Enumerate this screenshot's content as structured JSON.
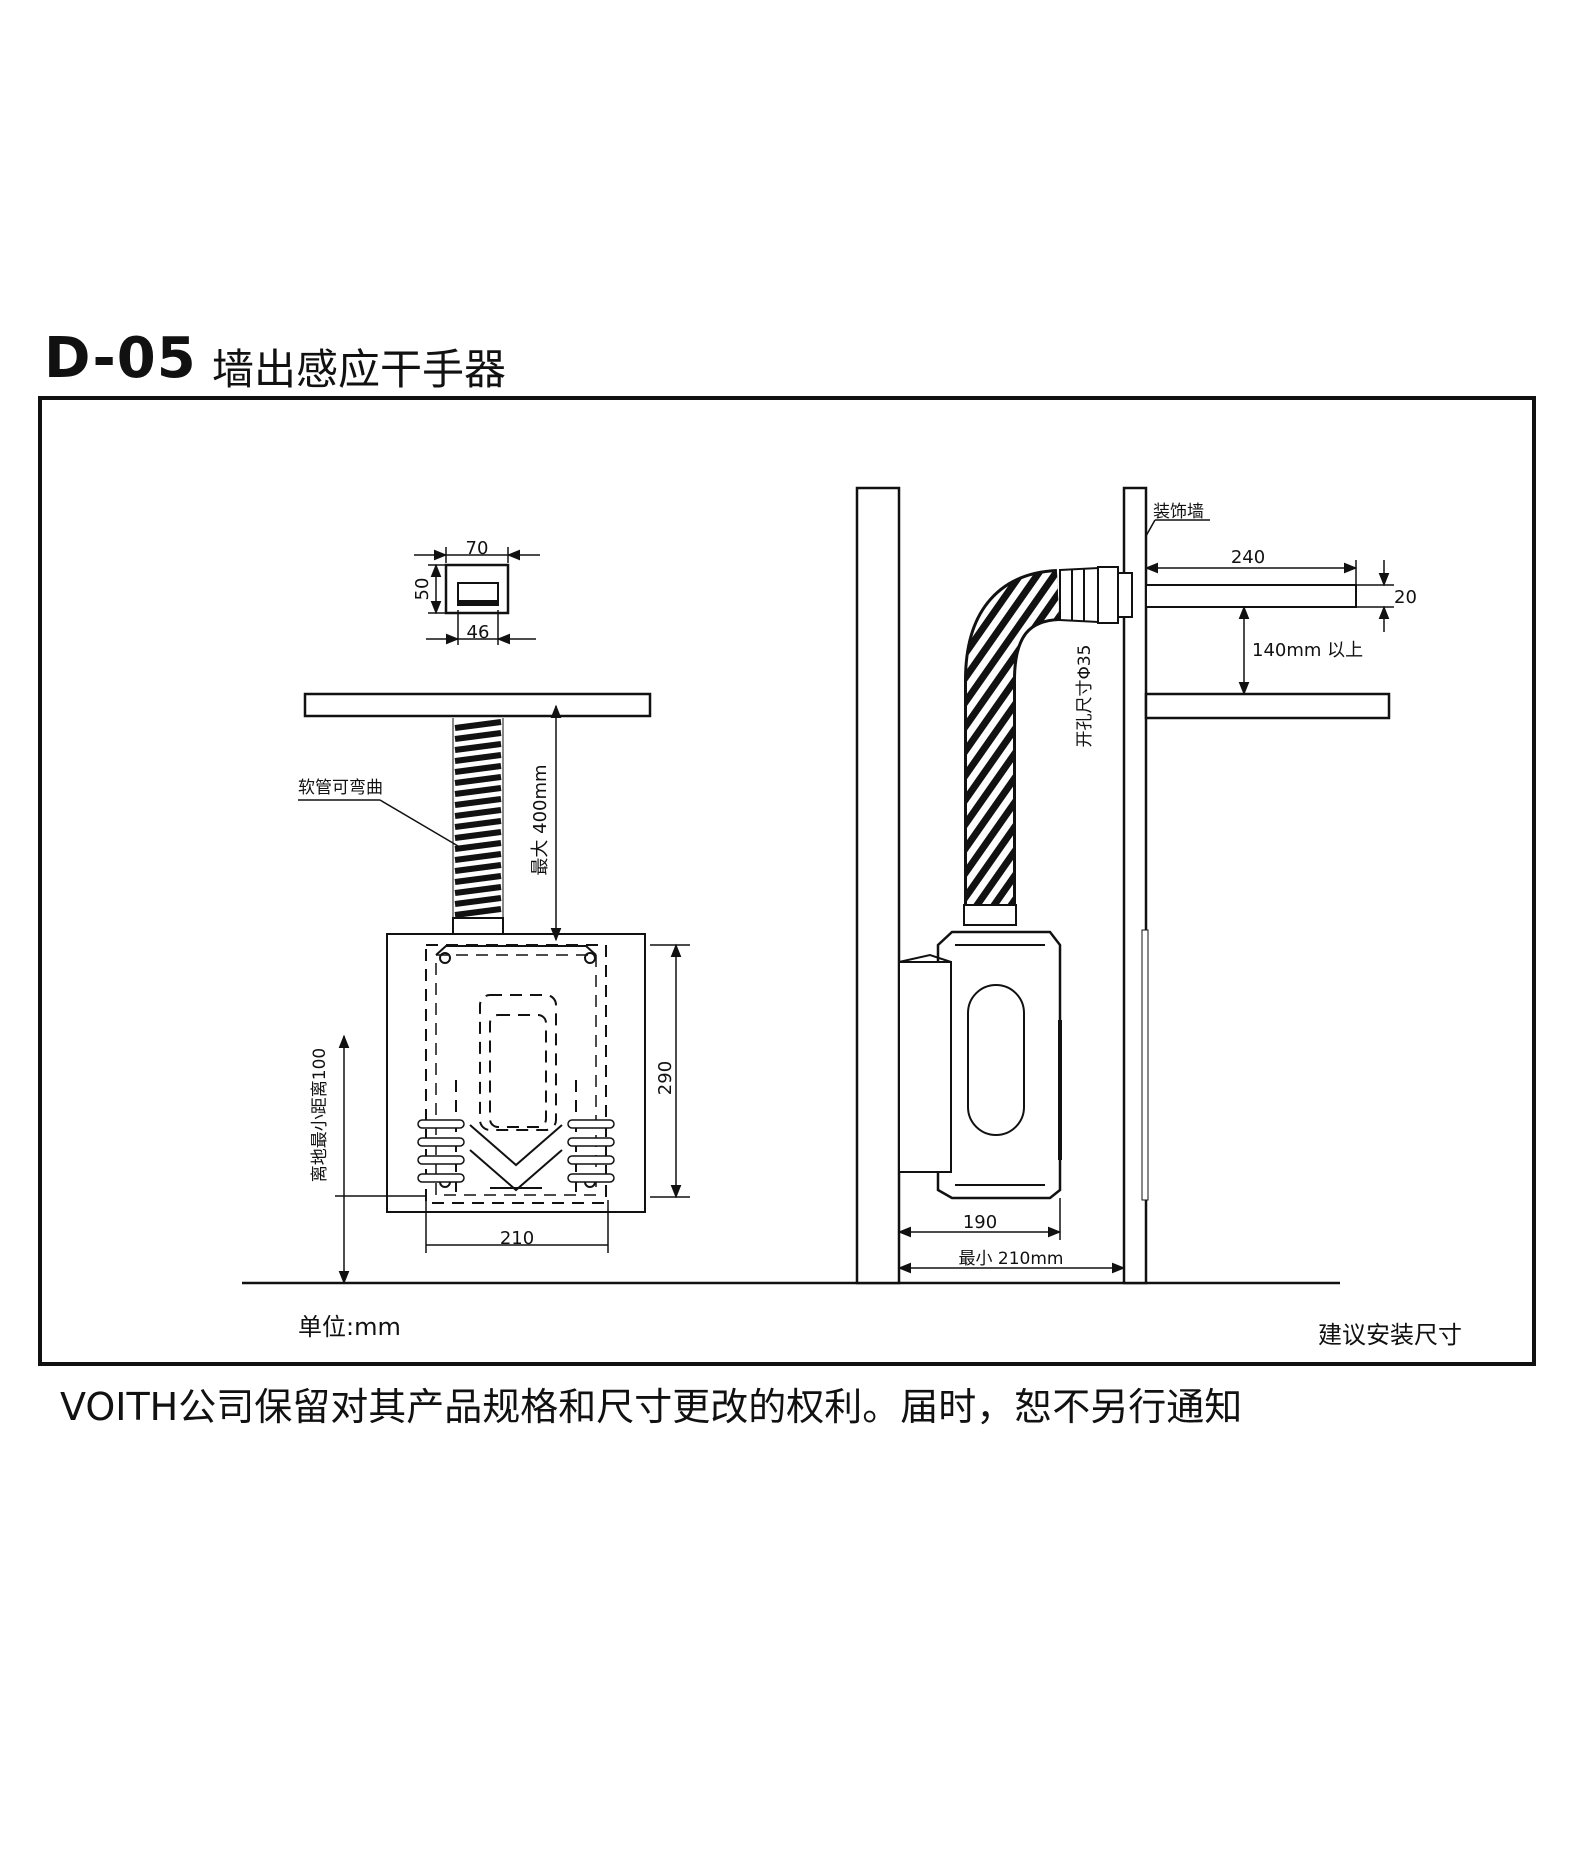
{
  "header": {
    "code": "D-05",
    "name": "墙出感应干手器"
  },
  "front_view": {
    "top_width": "70",
    "top_height": "50",
    "top_inner": "46",
    "hose_note": "软管可弯曲",
    "hose_max": "最大 400mm",
    "unit_height": "290",
    "unit_width": "210",
    "min_floor": "离地最小距离100",
    "unit_label": "单位:mm"
  },
  "side_view": {
    "wall_label": "装饰墙",
    "pipe_length": "240",
    "pipe_dia": "20",
    "pipe_height": "140mm 以上",
    "hole_size": "开孔尺寸Φ35",
    "depth": "190",
    "min_gap": "最小 210mm",
    "caption": "建议安装尺寸"
  },
  "footer": {
    "notice": "VOITH公司保留对其产品规格和尺寸更改的权利。届时，恕不另行通知"
  }
}
